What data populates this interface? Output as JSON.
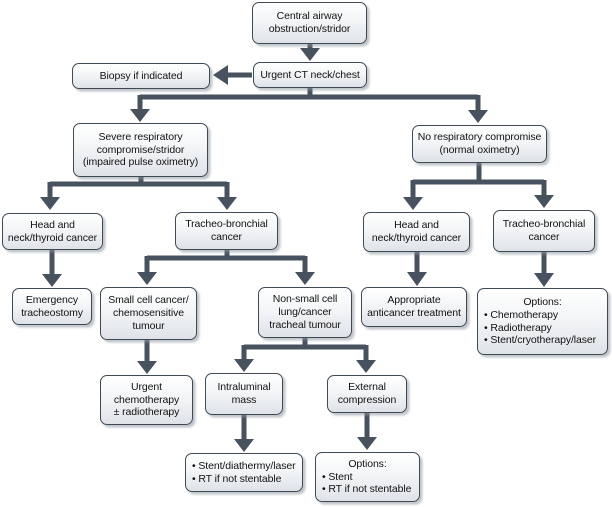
{
  "colors": {
    "box_border": "#3f4a55",
    "box_fill_top": "#ffffff",
    "box_fill_bottom": "#dfe3e8",
    "arrow": "#47525e",
    "text": "#121212"
  },
  "nodes": {
    "central": {
      "label": "Central airway\nobstruction/stridor"
    },
    "urgent_ct": {
      "label": "Urgent CT neck/chest"
    },
    "biopsy": {
      "label": "Biopsy if indicated"
    },
    "severe": {
      "label": "Severe respiratory\ncompromise/stridor\n(impaired pulse oximetry)"
    },
    "no_compromise": {
      "label": "No respiratory compromise\n(normal oximetry)"
    },
    "head_neck_left": {
      "label": "Head and\nneck/thyroid cancer"
    },
    "tracheo_left": {
      "label": "Tracheo-bronchial\ncancer"
    },
    "head_neck_right": {
      "label": "Head and\nneck/thyroid cancer"
    },
    "tracheo_right": {
      "label": "Tracheo-bronchial\ncancer"
    },
    "emergency": {
      "label": "Emergency\ntracheostomy"
    },
    "small_cell": {
      "label": "Small cell cancer/\nchemosensitive\ntumour"
    },
    "non_small_cell": {
      "label": "Non-small cell\nlung/cancer\ntracheal tumour"
    },
    "appropriate": {
      "label": "Appropriate\nanticancer treatment"
    },
    "options_right": {
      "title": "Options:",
      "items": [
        "• Chemotherapy",
        "• Radiotherapy",
        "• Stent/cryotherapy/laser"
      ]
    },
    "urgent_chemo": {
      "label": "Urgent\nchemotherapy\n± radiotherapy"
    },
    "intraluminal": {
      "label": "Intraluminal\nmass"
    },
    "external": {
      "label": "External\ncompression"
    },
    "stent_diathermy": {
      "items": [
        "• Stent/diathermy/laser",
        "• RT if not stentable"
      ]
    },
    "options_bottom": {
      "title": "Options:",
      "items": [
        "• Stent",
        "• RT if not stentable"
      ]
    }
  }
}
